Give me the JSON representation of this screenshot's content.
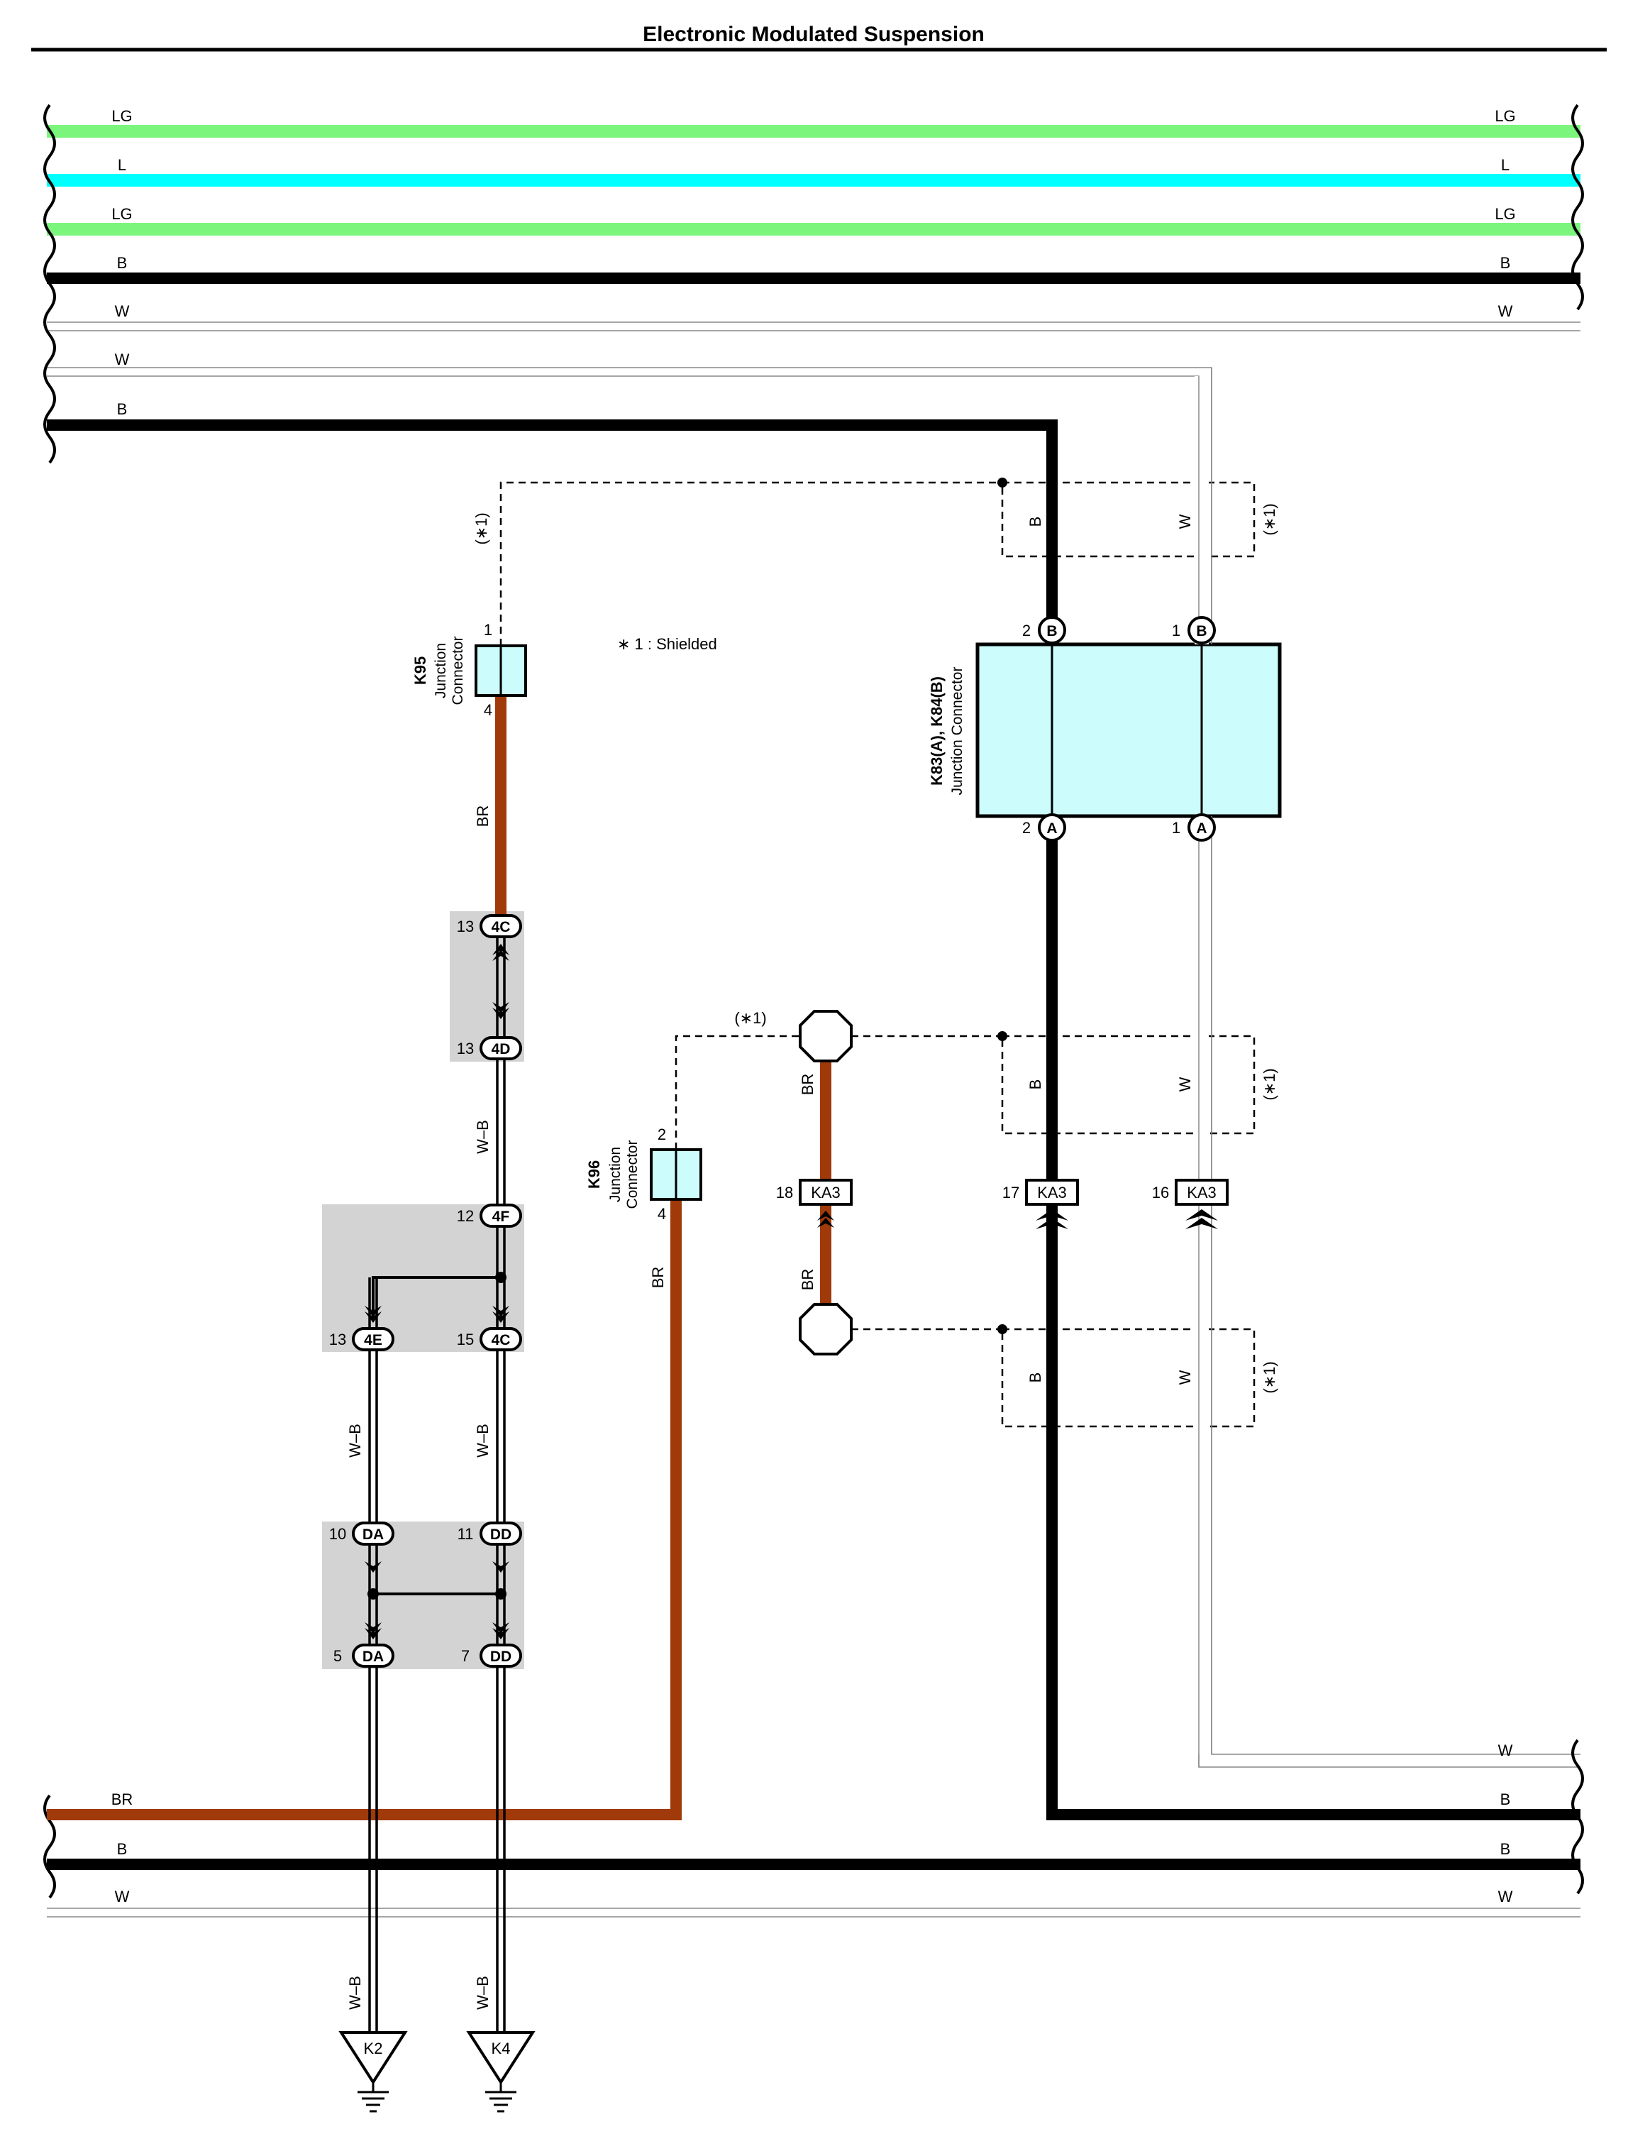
{
  "title": "Electronic Modulated Suspension",
  "note": "∗ 1 : Shielded",
  "colors": {
    "LG": "#7cf57c",
    "L": "#00ffff",
    "B": "#000000",
    "W": "#ffffff",
    "BR": "#a03a0a",
    "junction_fill": "#ccfcfc",
    "splice_bg": "#d3d3d3"
  },
  "top_wires": [
    {
      "label_left": "LG",
      "label_right": "LG"
    },
    {
      "label_left": "L",
      "label_right": "L"
    },
    {
      "label_left": "LG",
      "label_right": "LG"
    },
    {
      "label_left": "B",
      "label_right": "B"
    },
    {
      "label_left": "W",
      "label_right": "W"
    },
    {
      "label_left": "W"
    },
    {
      "label_left": "B"
    }
  ],
  "bottom_wires": [
    {
      "label_right": "W"
    },
    {
      "label_right": "B"
    },
    {
      "label_left": "BR"
    },
    {
      "label_left": "B",
      "label_right": "B"
    },
    {
      "label_left": "W",
      "label_right": "W"
    }
  ],
  "k95": {
    "code": "K95",
    "line1": "Junction",
    "line2": "Connector",
    "pin_top": "1",
    "pin_bottom": "4"
  },
  "k96": {
    "code": "K96",
    "line1": "Junction",
    "line2": "Connector",
    "pin_top": "2",
    "pin_bottom": "4"
  },
  "k83": {
    "code": "K83(A), K84(B)",
    "line1": "Junction Connector",
    "pins": [
      {
        "num": "2",
        "letter": "B"
      },
      {
        "num": "1",
        "letter": "B"
      },
      {
        "num": "2",
        "letter": "A"
      },
      {
        "num": "1",
        "letter": "A"
      }
    ]
  },
  "shield_label": "(∗1)",
  "shield_wires": {
    "b": "B",
    "w": "W"
  },
  "connectors": [
    {
      "pin": "13",
      "code": "4C"
    },
    {
      "pin": "13",
      "code": "4D"
    },
    {
      "pin": "12",
      "code": "4F"
    },
    {
      "pin": "13",
      "code": "4E"
    },
    {
      "pin": "15",
      "code": "4C"
    },
    {
      "pin": "10",
      "code": "DA"
    },
    {
      "pin": "11",
      "code": "DD"
    },
    {
      "pin": "5",
      "code": "DA"
    },
    {
      "pin": "7",
      "code": "DD"
    }
  ],
  "ka3": [
    {
      "pin": "18",
      "code": "KA3"
    },
    {
      "pin": "17",
      "code": "KA3"
    },
    {
      "pin": "16",
      "code": "KA3"
    }
  ],
  "wire_labels": {
    "br": "BR",
    "wb": "W–B"
  },
  "grounds": [
    {
      "code": "K2"
    },
    {
      "code": "K4"
    }
  ]
}
